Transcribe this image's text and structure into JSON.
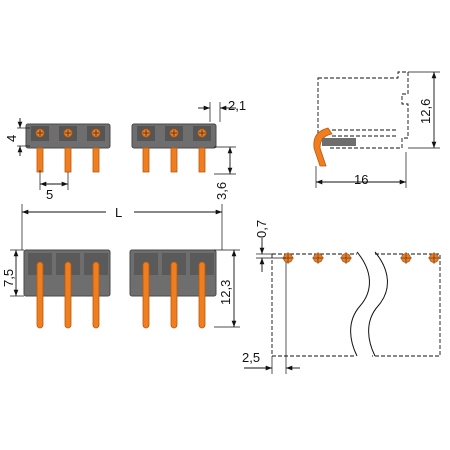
{
  "colors": {
    "housing": "#6e6e6e",
    "housing_dark": "#4a4a4a",
    "pin": "#f07d1e",
    "pin_edge": "#b85a10",
    "line": "#111111"
  },
  "top_view": {
    "pitch_label": "5",
    "height_label": "4",
    "offset_label": "2,1",
    "pin_length_label": "3,6"
  },
  "side_view": {
    "height_label": "12,6",
    "depth_label": "16"
  },
  "front_view": {
    "length_label": "L",
    "pin_height_label": "7,5",
    "total_height_label": "12,3"
  },
  "pcb_layout": {
    "hole_offset_label": "0,7",
    "edge_distance_label": "2,5"
  }
}
